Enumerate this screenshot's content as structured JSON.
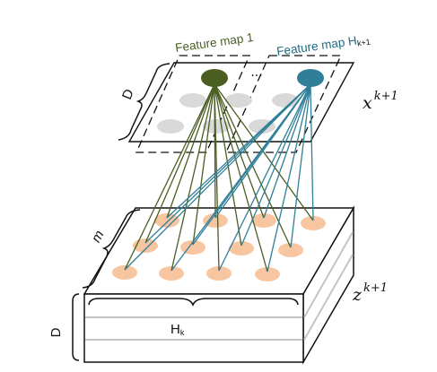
{
  "labels": {
    "feature_map_1": "Feature map 1",
    "feature_map_last": "Feature map H",
    "feature_map_last_sub": "k+1",
    "ellipsis": "···",
    "top_tensor_base": "x",
    "top_tensor_sup": "k+1",
    "bottom_tensor_base": "z",
    "bottom_tensor_sup": "k+1",
    "top_depth": "D",
    "bottom_depth": "D",
    "bottom_m": "m",
    "bottom_width": "H",
    "bottom_width_sub": "k"
  },
  "colors": {
    "feature_1": "#4b5e22",
    "feature_last": "#2f7f98",
    "label_feature_1": "#4b5e22",
    "label_feature_last": "#1f6c83",
    "grey_node": "#d9d9d9",
    "orange_node": "#f7c6a0",
    "outline": "#111111",
    "layer_line": "#c4c4c4"
  }
}
